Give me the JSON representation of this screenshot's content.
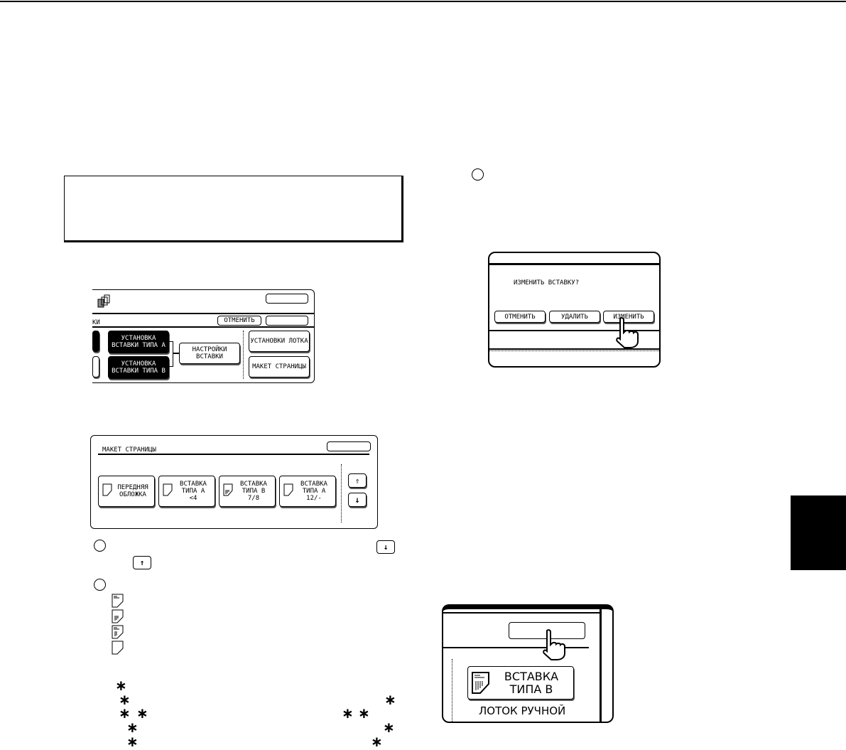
{
  "screen1": {
    "tab_partial": "КИ",
    "cancel": "ОТМЕНИТЬ",
    "insert_a": "УСТАНОВКА ВСТАВКИ ТИПА А",
    "insert_b": "УСТАНОВКА ВСТАВКИ ТИПА В",
    "insert_settings": "НАСТРОЙКИ ВСТАВКИ",
    "tray_settings": "УСТАНОВКИ ЛОТКА",
    "page_layout": "МАКЕТ СТРАНИЦЫ"
  },
  "screen2": {
    "title": "МАКЕТ СТРАНИЦЫ",
    "items": [
      {
        "l1": "ПЕРЕДНЯЯ",
        "l2": "ОБЛОЖКА",
        "l3": ""
      },
      {
        "l1": "ВСТАВКА",
        "l2": "ТИПА А",
        "l3": "<4"
      },
      {
        "l1": "ВСТАВКА",
        "l2": "ТИПА В",
        "l3": "7/8"
      },
      {
        "l1": "ВСТАВКА",
        "l2": "ТИПА А",
        "l3": "12/-"
      }
    ]
  },
  "dialog": {
    "question": "ИЗМЕНИТЬ ВСТАВКУ?",
    "cancel": "ОТМЕНИТЬ",
    "delete": "УДАЛИТЬ",
    "change": "ИЗМЕНИТЬ"
  },
  "screen4": {
    "item_l1": "ВСТАВКА",
    "item_l2": "ТИПА В",
    "bypass": "ЛОТОК РУЧНОЙ"
  }
}
